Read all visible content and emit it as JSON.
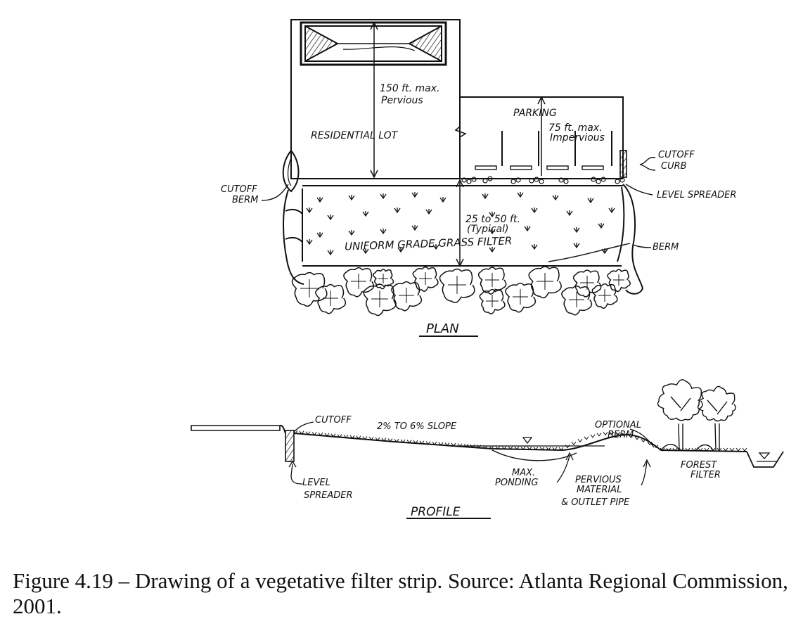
{
  "plan": {
    "residential_lot": "RESIDENTIAL LOT",
    "pervious_dim_1": "150 ft. max.",
    "pervious_dim_2": "Pervious",
    "parking": "PARKING",
    "impervious_dim_1": "75 ft. max.",
    "impervious_dim_2": "Impervious",
    "cutoff_curb_1": "CUTOFF",
    "cutoff_curb_2": "CURB",
    "level_spreader": "LEVEL SPREADER",
    "cutoff_berm_1": "CUTOFF",
    "cutoff_berm_2": "BERM",
    "filter_width_1": "25 to 50 ft.",
    "filter_width_2": "(Typical)",
    "grass_filter": "UNIFORM GRADE GRASS FILTER",
    "berm": "BERM",
    "title": "PLAN"
  },
  "profile": {
    "cutoff": "CUTOFF",
    "slope": "2% TO 6% SLOPE",
    "optional_berm_1": "OPTIONAL",
    "optional_berm_2": "BERM",
    "level_spreader_1": "LEVEL",
    "level_spreader_2": "SPREADER",
    "max_ponding_1": "MAX.",
    "max_ponding_2": "PONDING",
    "pervious_1": "PERVIOUS",
    "pervious_2": "MATERIAL",
    "pervious_3": "& OUTLET PIPE",
    "forest_filter_1": "FOREST",
    "forest_filter_2": "FILTER",
    "title": "PROFILE"
  },
  "caption": "Figure 4.19 – Drawing of a vegetative filter strip. Source: Atlanta Regional Commission, 2001."
}
